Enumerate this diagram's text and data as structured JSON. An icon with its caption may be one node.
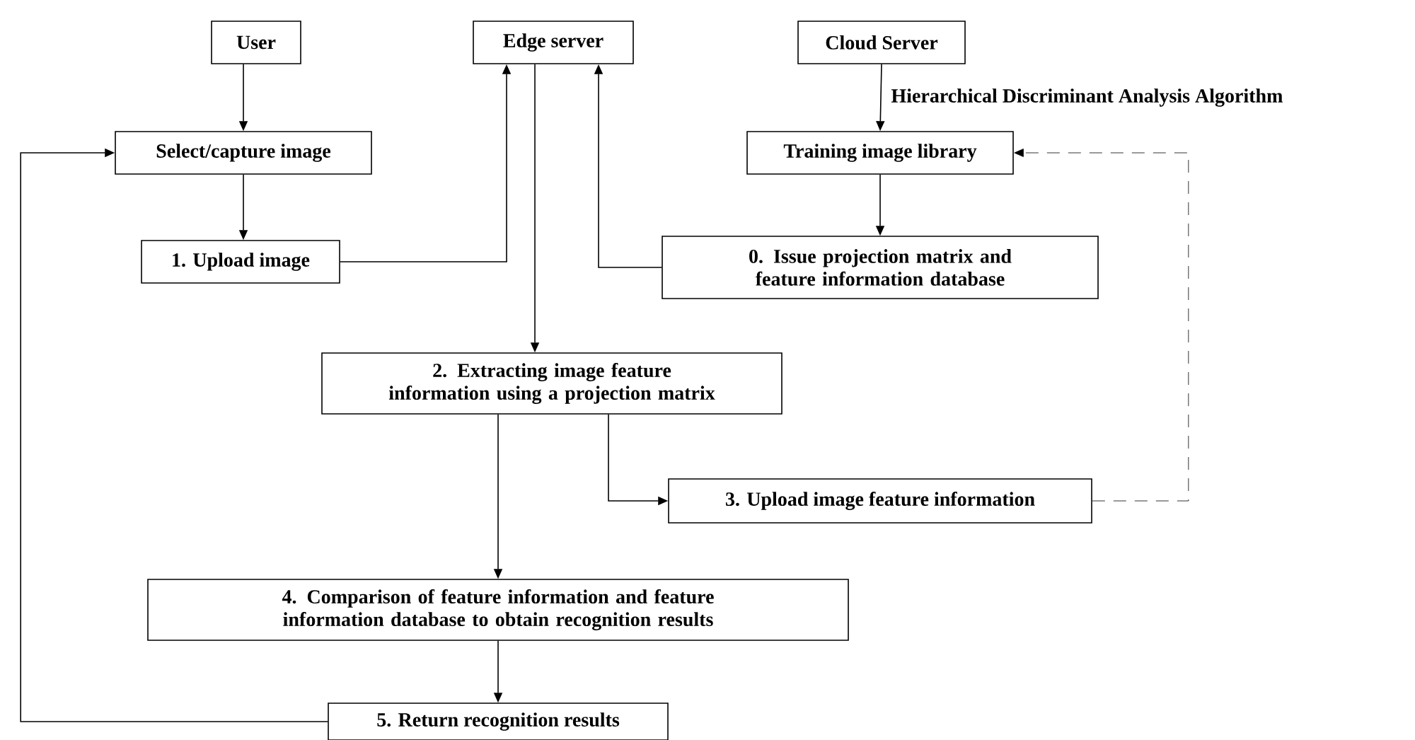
{
  "diagram": {
    "nodes": [
      {
        "text": [
          "User"
        ]
      },
      {
        "text": [
          "Edge server"
        ]
      },
      {
        "text": [
          "Cloud Server"
        ]
      },
      {
        "text": [
          "Select/capture image"
        ]
      },
      {
        "text": [
          "Training image library"
        ]
      },
      {
        "text": [
          "1. Upload image"
        ]
      },
      {
        "text": [
          "0. Issue projection matrix and feature information database"
        ]
      },
      {
        "text": [
          "2. Extracting image feature information using a projection matrix"
        ]
      },
      {
        "text": [
          "3. Upload image feature information"
        ]
      },
      {
        "text": [
          "4. Comparison of feature information and feature information database to obtain recognition results"
        ]
      },
      {
        "text": [
          "5. Return recognition results"
        ]
      }
    ],
    "edges": [
      {
        "from": 0,
        "to": 3,
        "arrow": "to"
      },
      {
        "from": 3,
        "to": 5,
        "arrow": "to"
      },
      {
        "from": 5,
        "to": 1,
        "arrow": "to"
      },
      {
        "from": 1,
        "to": 7,
        "arrow": "to"
      },
      {
        "from": 6,
        "to": 1,
        "arrow": "to"
      },
      {
        "from": 2,
        "to": 4,
        "arrow": "to",
        "label": "Hierarchical Discriminant Analysis Algorithm"
      },
      {
        "from": 4,
        "to": 6,
        "arrow": "to"
      },
      {
        "from": 7,
        "to": 8,
        "arrow": "to"
      },
      {
        "from": 8,
        "to": 4,
        "arrow": "to",
        "style": "dashed"
      },
      {
        "from": 7,
        "to": 9,
        "arrow": "to"
      },
      {
        "from": 9,
        "to": 10,
        "arrow": "to"
      },
      {
        "from": 10,
        "to": 3,
        "arrow": "to"
      }
    ]
  }
}
